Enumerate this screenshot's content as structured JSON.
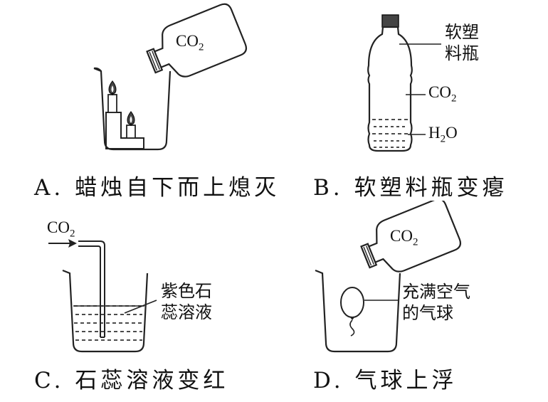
{
  "panels": [
    {
      "id": "A",
      "caption": "A. 蜡烛自下而上熄灭",
      "labels": {
        "gas": "CO",
        "gas_sub": "2"
      }
    },
    {
      "id": "B",
      "caption": "B. 软塑料瓶变瘪",
      "labels": {
        "bottle_line1": "软塑",
        "bottle_line2": "料瓶",
        "gas": "CO",
        "gas_sub": "2",
        "liquid_a": "H",
        "liquid_sub": "2",
        "liquid_b": "O"
      }
    },
    {
      "id": "C",
      "caption": "C. 石蕊溶液变红",
      "labels": {
        "gas": "CO",
        "gas_sub": "2",
        "solution_line1": "紫色石",
        "solution_line2": "蕊溶液"
      }
    },
    {
      "id": "D",
      "caption": "D. 气球上浮",
      "labels": {
        "gas": "CO",
        "gas_sub": "2",
        "balloon_line1": "充满空气",
        "balloon_line2": "的气球"
      }
    }
  ]
}
